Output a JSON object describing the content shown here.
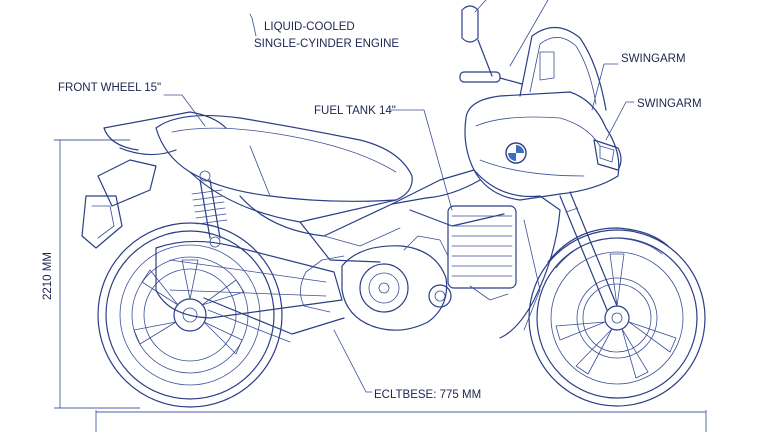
{
  "labels": {
    "engine_line1": "LIQUID-COOLED",
    "engine_line2": "SINGLE-CYINDER ENGINE",
    "front_wheel": "FRONT WHEEL 15\"",
    "fuel_tank": "FUEL TANK 14\"",
    "swingarm_1": "SWINGARM",
    "swingarm_2": "SWINGARM",
    "height": "2210 MM",
    "wheelbase": "ECLTBESE: 775 MM"
  },
  "colors": {
    "ink": "#2b3f86",
    "text": "#1e2550",
    "background": "#ffffff"
  }
}
